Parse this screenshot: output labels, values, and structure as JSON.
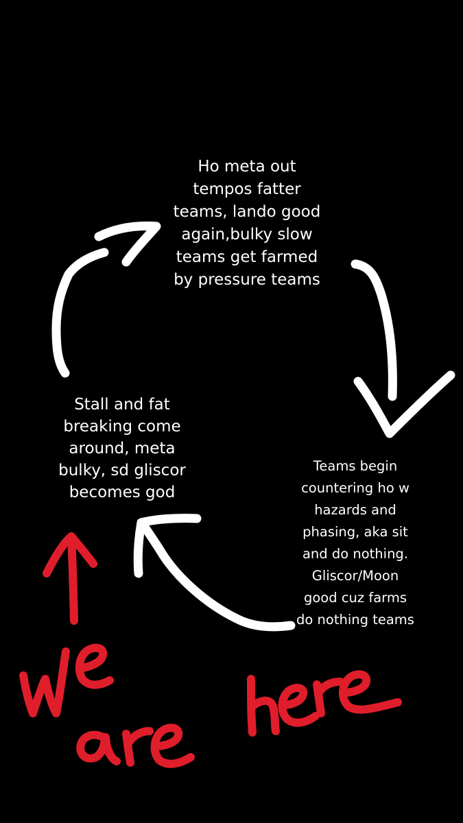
{
  "cycle": {
    "top_note": "Ho meta out\ntempos fatter\nteams, lando good\nagain,bulky slow\nteams get farmed\nby pressure teams",
    "right_note": "Teams begin\ncountering ho w\nhazards and\nphasing, aka sit\nand do nothing.\nGliscor/Moon\ngood cuz farms\ndo nothing teams",
    "left_note": "Stall and fat\nbreaking come\naround, meta\nbulky, sd gliscor\nbecomes god"
  },
  "annotation": {
    "handwritten_text": "we are here",
    "color": "#e01e2b"
  },
  "colors": {
    "background": "#000000",
    "arrows": "#ffffff",
    "text": "#ffffff"
  }
}
